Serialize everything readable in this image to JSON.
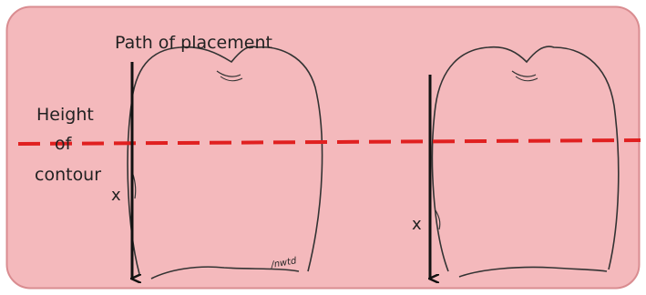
{
  "labels": {
    "path_of_placement": "Path of placement",
    "height_line1": "Height",
    "height_line2": "of",
    "height_line3": "contour",
    "x_left": "x",
    "x_right": "x",
    "signature": "/nwtd"
  },
  "colors": {
    "panel_fill": "#f4b9bc",
    "panel_border": "#d98c90",
    "height_of_contour_line": "#e02020",
    "arrow": "#111111",
    "tooth_outline": "#333333"
  }
}
